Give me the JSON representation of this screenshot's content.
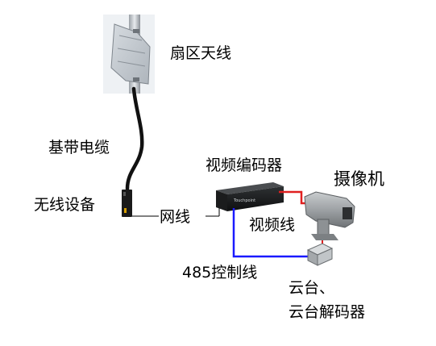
{
  "labels": {
    "sector_antenna": "扇区天线",
    "baseband_cable": "基带电缆",
    "wireless_device": "无线设备",
    "network_cable": "网线",
    "video_encoder": "视频编码器",
    "camera": "摄像机",
    "video_cable": "视频线",
    "control_485": "485控制线",
    "ptz": "云台、",
    "ptz_decoder": "云台解码器"
  },
  "encoder_brand": "Touchpoint",
  "colors": {
    "video_line": "#e02020",
    "control_line": "#1a1aff",
    "network_line": "#000000"
  }
}
